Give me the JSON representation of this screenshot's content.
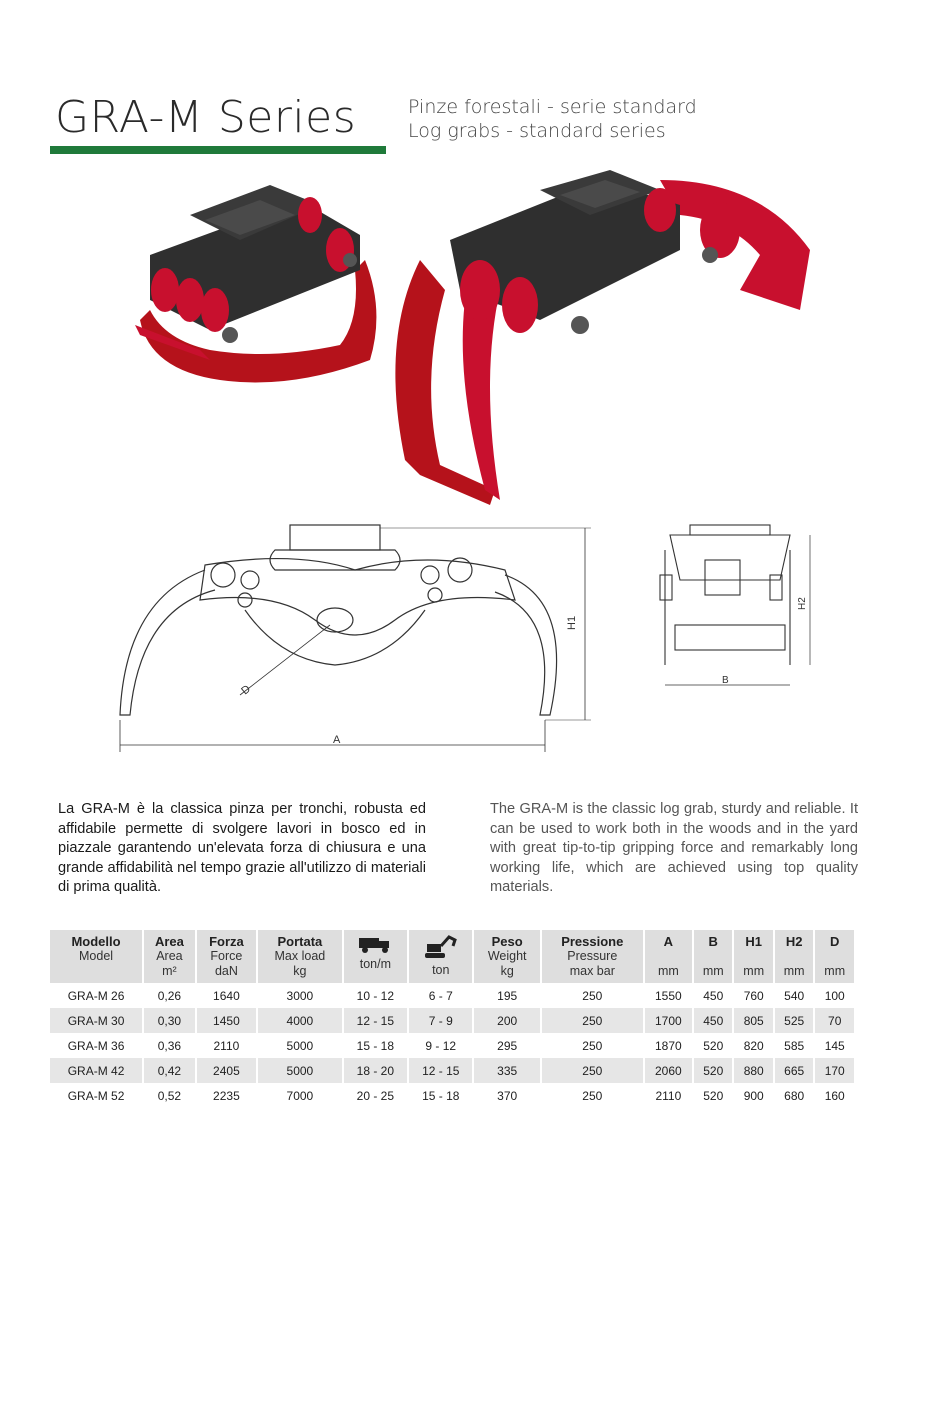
{
  "header": {
    "title": "GRA-M Series",
    "subtitle_it": "Pinze forestali - serie standard",
    "subtitle_en": "Log grabs - standard series"
  },
  "colors": {
    "accent_green": "#1f7a3a",
    "grab_red": "#c8102e",
    "body_dark": "#2f2f2f"
  },
  "drawing": {
    "label_A": "A",
    "label_D": "D",
    "label_H1": "H1",
    "label_H2": "H2",
    "label_B": "B"
  },
  "description": {
    "it": "La GRA-M è la classica pinza per tronchi, robusta ed affidabile permette di svolgere lavori in bosco ed in piazzale garantendo un'elevata forza di chiusura e una grande affidabilità nel tempo grazie all'utilizzo di materiali di prima qualità.",
    "en": "The GRA-M is the classic log grab, sturdy and reliable. It can be used to work both in the woods and in the yard with great tip-to-tip gripping force and remarkably long working life, which are achieved using top quality materials."
  },
  "table": {
    "headers": [
      {
        "main": "Modello",
        "sub": "Model",
        "unit": ""
      },
      {
        "main": "Area",
        "sub": "Area",
        "unit": "m²"
      },
      {
        "main": "Forza",
        "sub": "Force",
        "unit": "daN"
      },
      {
        "main": "Portata",
        "sub": "Max load",
        "unit": "kg"
      },
      {
        "main": "",
        "sub": "",
        "unit": "ton/m",
        "icon": "truck-icon"
      },
      {
        "main": "",
        "sub": "",
        "unit": "ton",
        "icon": "excavator-icon"
      },
      {
        "main": "Peso",
        "sub": "Weight",
        "unit": "kg"
      },
      {
        "main": "Pressione",
        "sub": "Pressure",
        "unit": "max bar"
      },
      {
        "main": "A",
        "sub": "",
        "unit": "mm"
      },
      {
        "main": "B",
        "sub": "",
        "unit": "mm"
      },
      {
        "main": "H1",
        "sub": "",
        "unit": "mm"
      },
      {
        "main": "H2",
        "sub": "",
        "unit": "mm"
      },
      {
        "main": "D",
        "sub": "",
        "unit": "mm"
      }
    ],
    "rows": [
      [
        "GRA-M 26",
        "0,26",
        "1640",
        "3000",
        "10 - 12",
        "6 - 7",
        "195",
        "250",
        "1550",
        "450",
        "760",
        "540",
        "100"
      ],
      [
        "GRA-M 30",
        "0,30",
        "1450",
        "4000",
        "12 - 15",
        "7 - 9",
        "200",
        "250",
        "1700",
        "450",
        "805",
        "525",
        "70"
      ],
      [
        "GRA-M 36",
        "0,36",
        "2110",
        "5000",
        "15 - 18",
        "9 - 12",
        "295",
        "250",
        "1870",
        "520",
        "820",
        "585",
        "145"
      ],
      [
        "GRA-M 42",
        "0,42",
        "2405",
        "5000",
        "18 - 20",
        "12 - 15",
        "335",
        "250",
        "2060",
        "520",
        "880",
        "665",
        "170"
      ],
      [
        "GRA-M 52",
        "0,52",
        "2235",
        "7000",
        "20 - 25",
        "15 - 18",
        "370",
        "250",
        "2110",
        "520",
        "900",
        "680",
        "160"
      ]
    ]
  }
}
